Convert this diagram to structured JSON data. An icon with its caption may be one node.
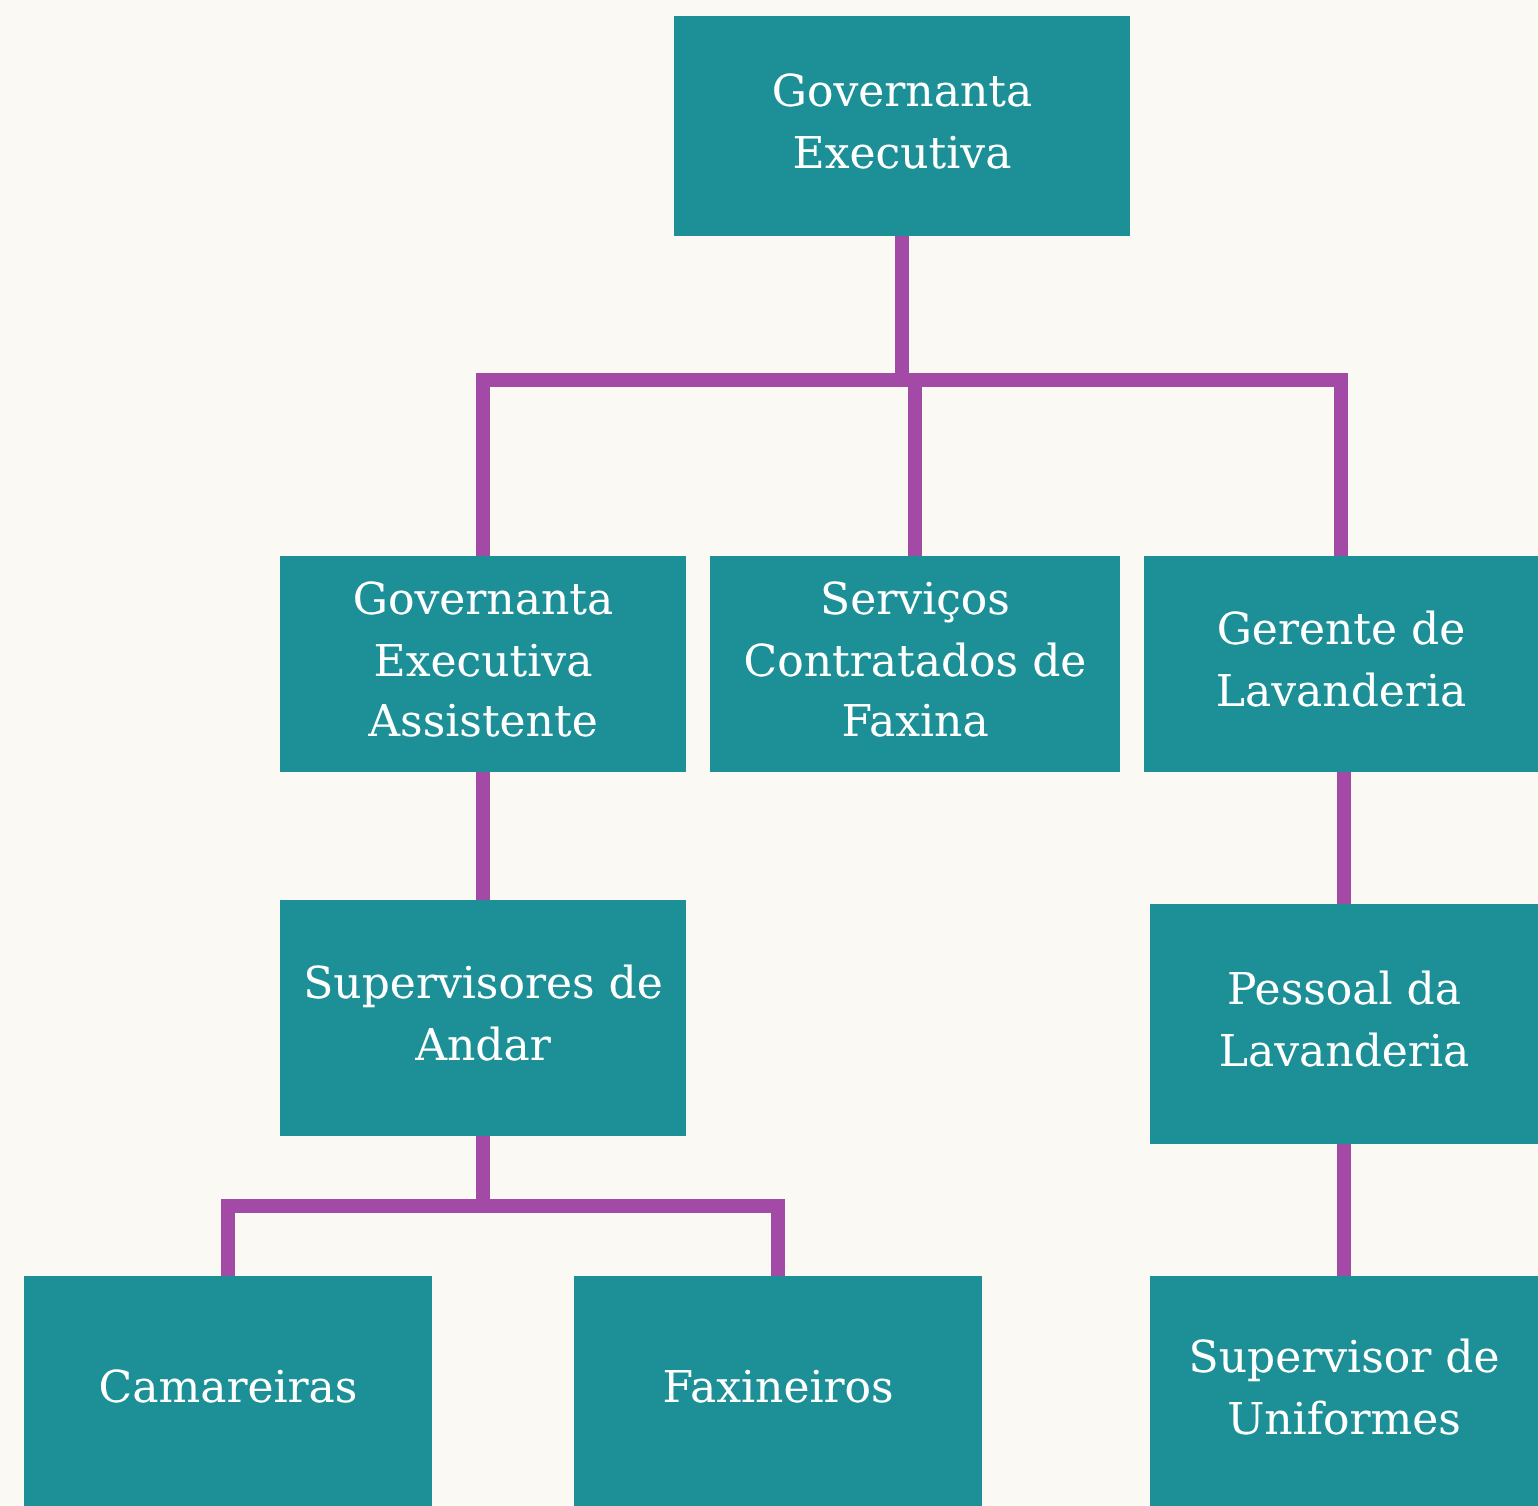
{
  "diagram": {
    "nodes": [
      {
        "text": [
          "Governanta Executiva"
        ]
      },
      {
        "text": [
          "Governanta Executiva Assistente"
        ]
      },
      {
        "text": [
          "Serviços Contratados de Faxina"
        ]
      },
      {
        "text": [
          "Gerente de Lavanderia"
        ]
      },
      {
        "text": [
          "Supervisores de Andar"
        ]
      },
      {
        "text": [
          "Pessoal da Lavanderia"
        ]
      },
      {
        "text": [
          "Camareiras"
        ]
      },
      {
        "text": [
          "Faxineiros"
        ]
      },
      {
        "text": [
          "Supervisor de Uniformes"
        ]
      }
    ],
    "edges": [
      {
        "from": 0,
        "to": 1,
        "arrow": "none"
      },
      {
        "from": 0,
        "to": 2,
        "arrow": "none"
      },
      {
        "from": 0,
        "to": 3,
        "arrow": "none"
      },
      {
        "from": 1,
        "to": 4,
        "arrow": "none"
      },
      {
        "from": 4,
        "to": 6,
        "arrow": "none"
      },
      {
        "from": 4,
        "to": 7,
        "arrow": "none"
      },
      {
        "from": 3,
        "to": 5,
        "arrow": "none"
      },
      {
        "from": 5,
        "to": 8,
        "arrow": "none"
      }
    ]
  }
}
